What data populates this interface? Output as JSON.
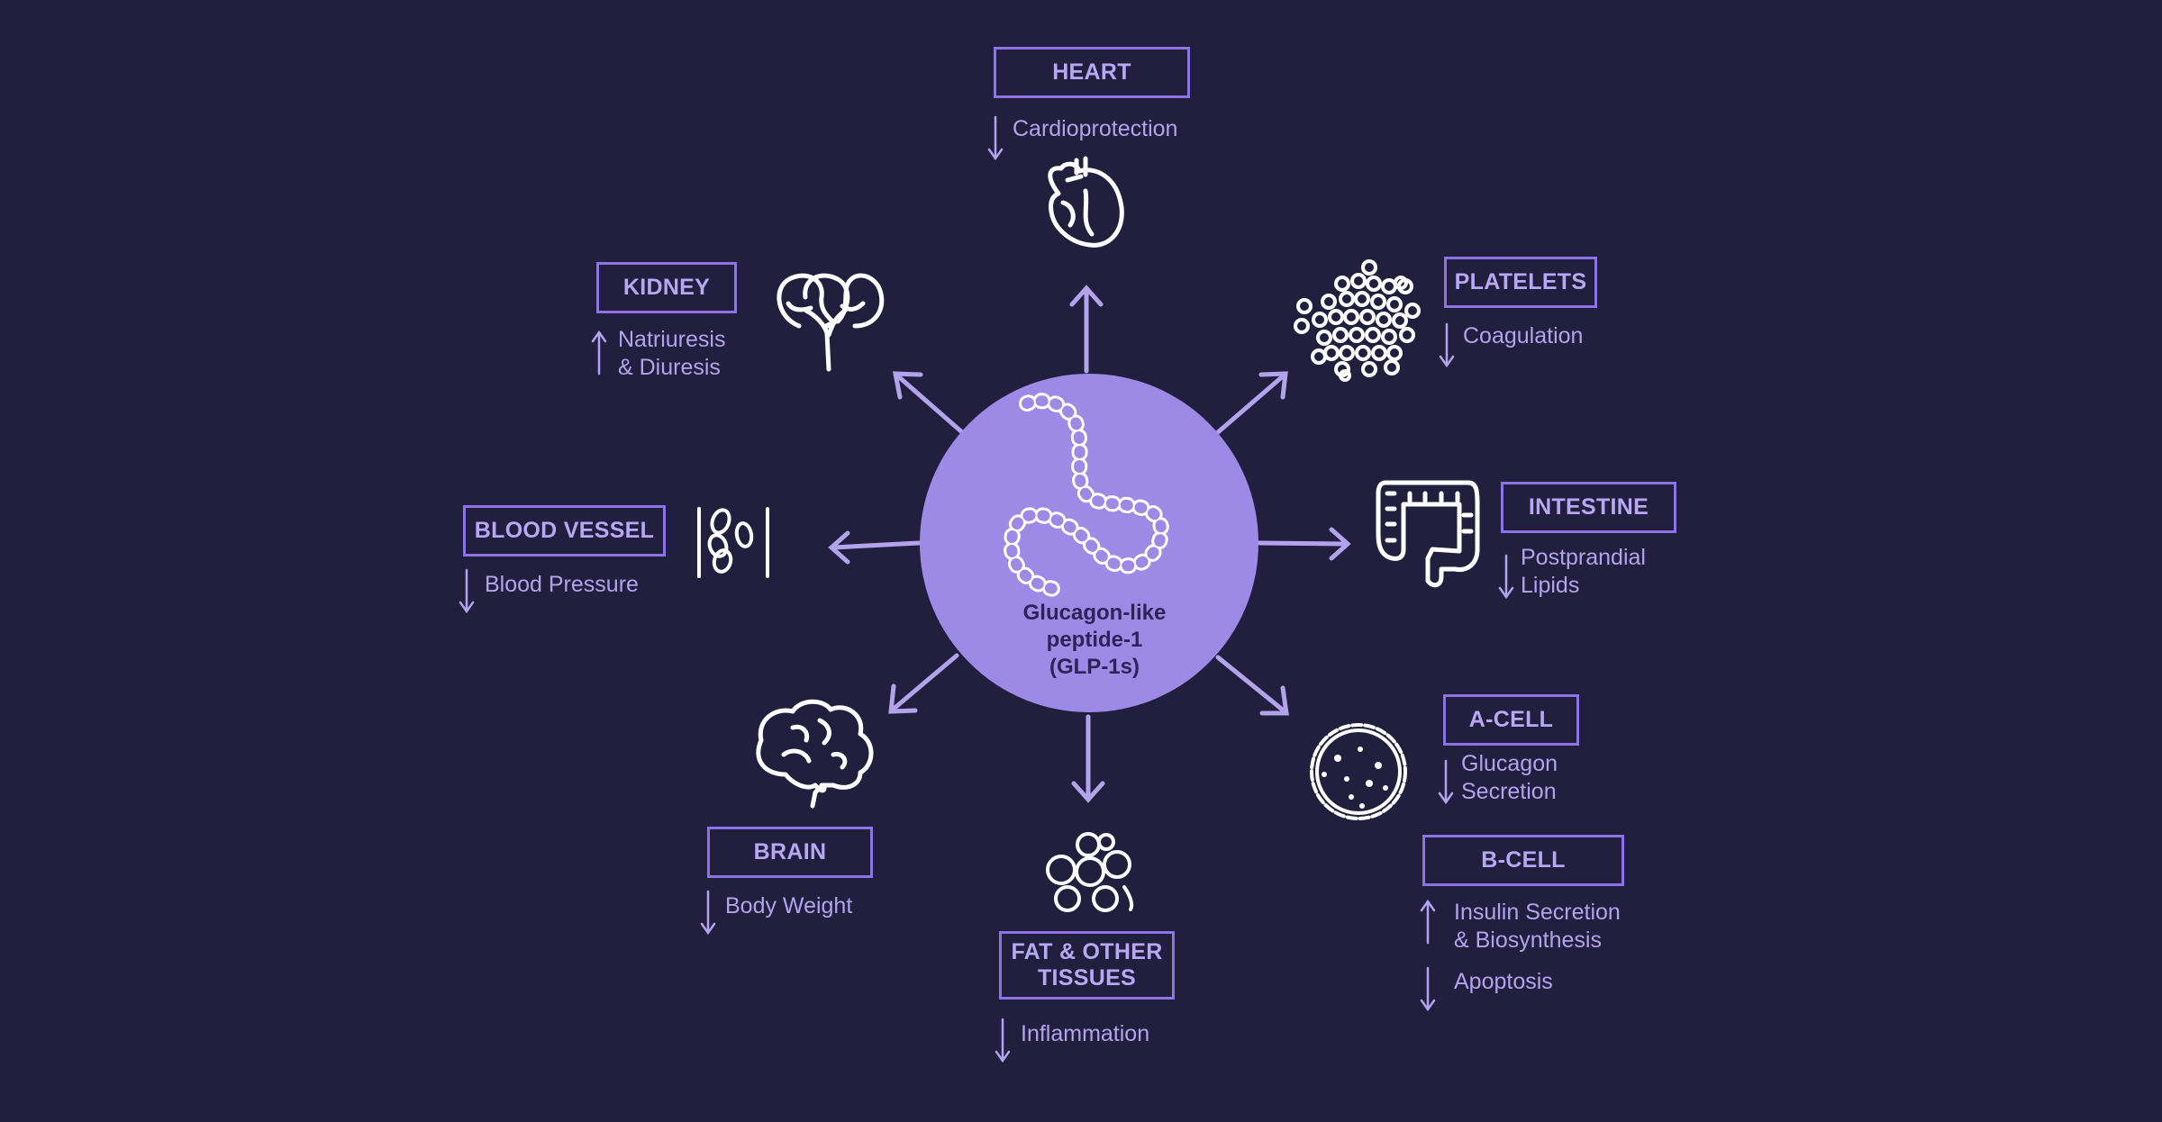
{
  "colors": {
    "background": "#221f3e",
    "accent": "#8c74e6",
    "text": "#b3a3ec",
    "center_circle": "#9d8ae6",
    "icon_stroke": "#ffffff"
  },
  "center": {
    "label": "Glucagon-like\npeptide-1\n(GLP-1s)",
    "icon": "peptide-chain-icon"
  },
  "organs": {
    "heart": {
      "label": "HEART",
      "effects": [
        {
          "direction": "down",
          "text": "Cardioprotection"
        }
      ],
      "icon": "heart-icon"
    },
    "platelets": {
      "label": "PLATELETS",
      "effects": [
        {
          "direction": "down",
          "text": "Coagulation"
        }
      ],
      "icon": "platelets-icon"
    },
    "intestine": {
      "label": "INTESTINE",
      "effects": [
        {
          "direction": "down",
          "text": "Postprandial\nLipids"
        }
      ],
      "icon": "intestine-icon"
    },
    "a_cell": {
      "label": "A-CELL",
      "effects": [
        {
          "direction": "down",
          "text": "Glucagon\nSecretion"
        }
      ],
      "icon": "a-cell-icon"
    },
    "b_cell": {
      "label": "B-CELL",
      "effects": [
        {
          "direction": "up",
          "text": "Insulin Secretion\n& Biosynthesis"
        },
        {
          "direction": "down",
          "text": "Apoptosis"
        }
      ]
    },
    "fat": {
      "label": "FAT  & OTHER\nTISSUES",
      "effects": [
        {
          "direction": "down",
          "text": "Inflammation"
        }
      ],
      "icon": "fat-cells-icon"
    },
    "brain": {
      "label": "BRAIN",
      "effects": [
        {
          "direction": "down",
          "text": "Body Weight"
        }
      ],
      "icon": "brain-icon"
    },
    "blood_vessel": {
      "label": "BLOOD VESSEL",
      "effects": [
        {
          "direction": "down",
          "text": "Blood Pressure"
        }
      ],
      "icon": "blood-vessel-icon"
    },
    "kidney": {
      "label": "KIDNEY",
      "effects": [
        {
          "direction": "up",
          "text": "Natriuresis\n& Diuresis"
        }
      ],
      "icon": "kidneys-icon"
    }
  }
}
